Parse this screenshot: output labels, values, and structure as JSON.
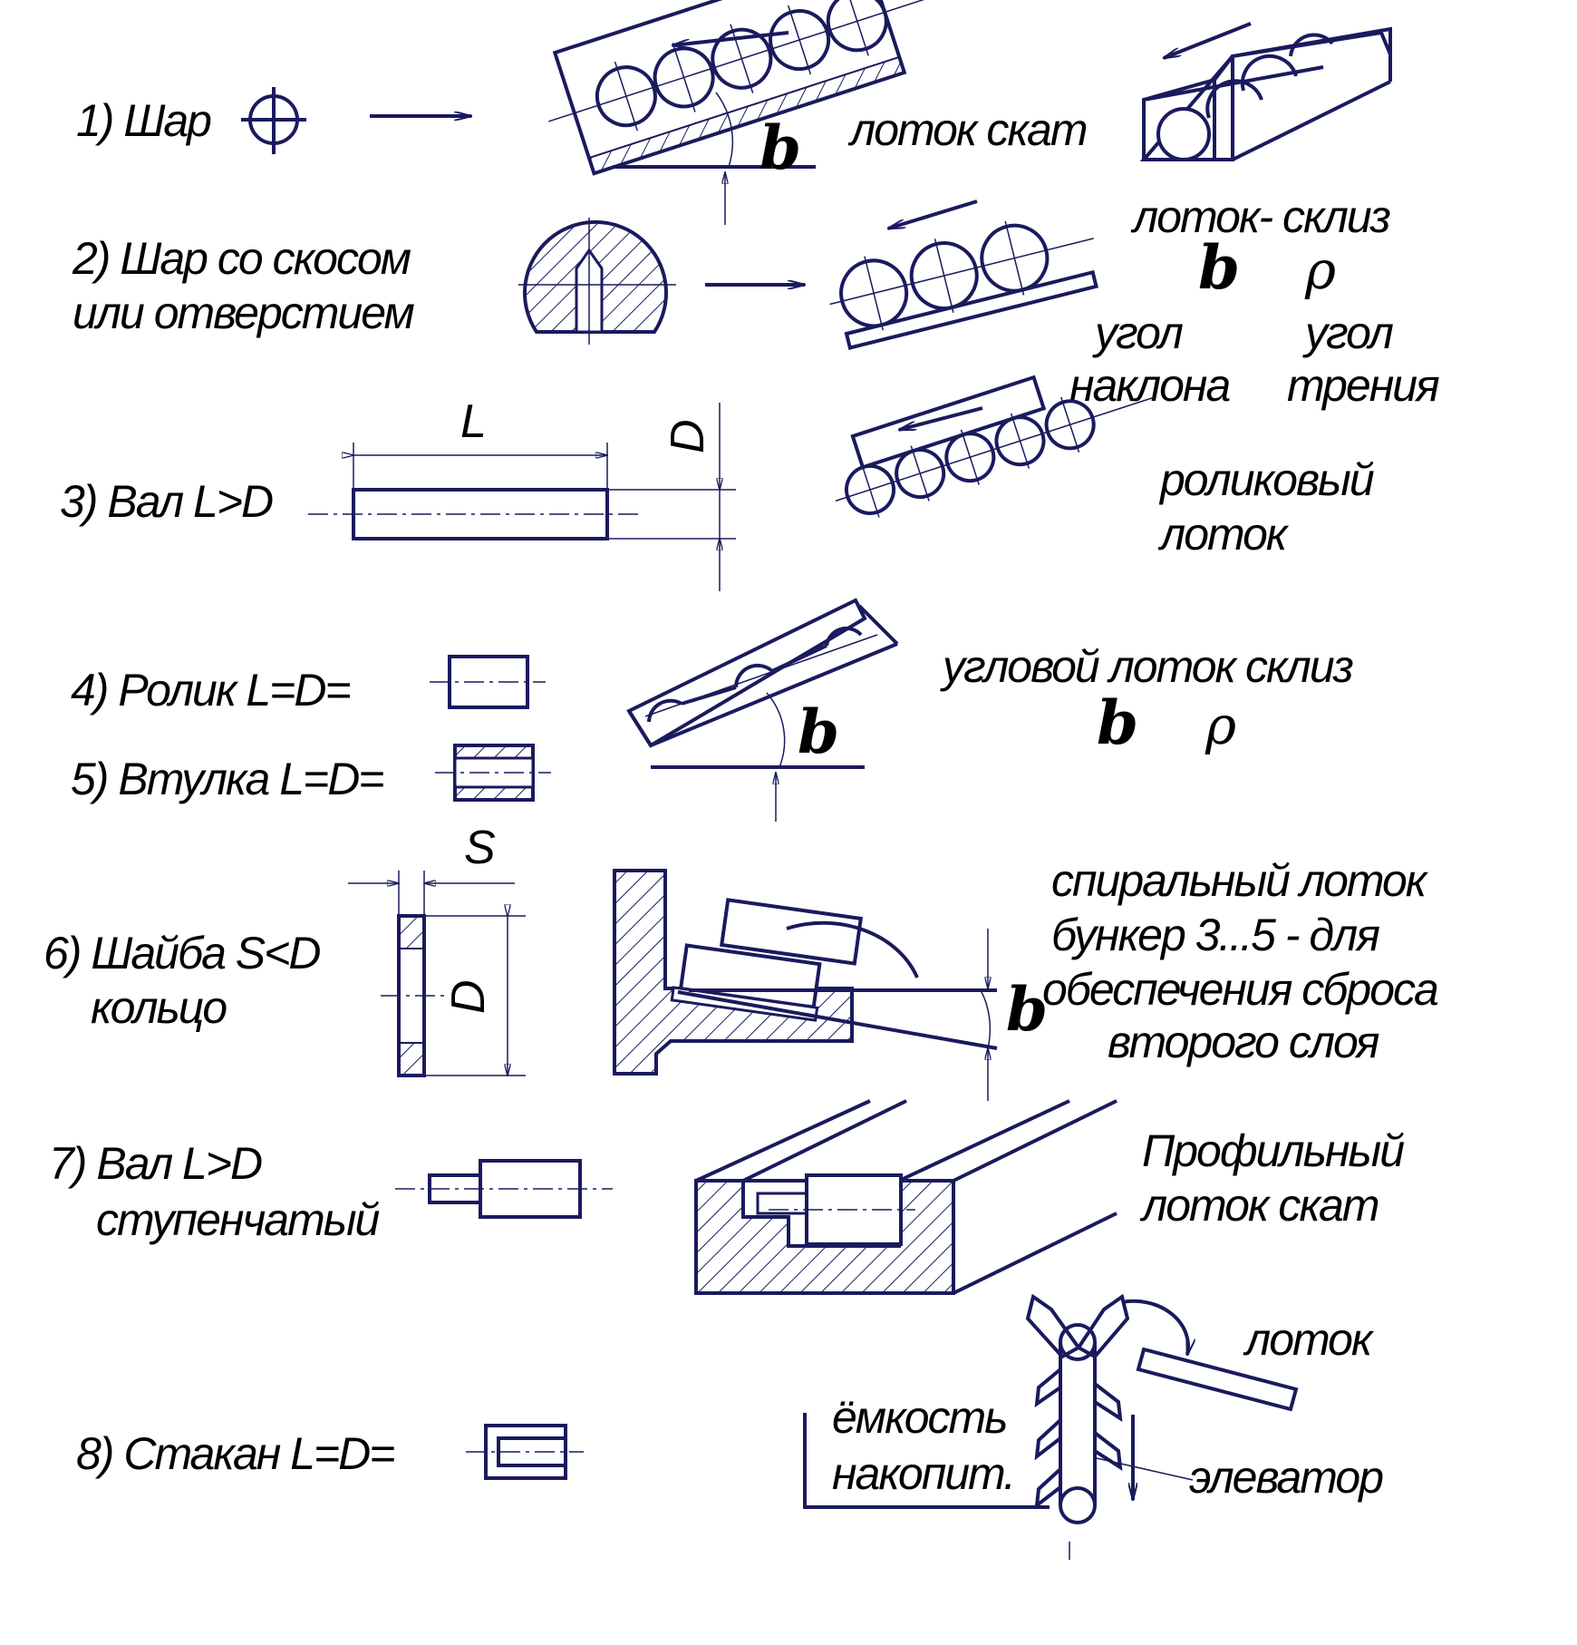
{
  "items": {
    "ball": "1) Шар",
    "ball_chamfer_1": "2) Шар со скосом",
    "ball_chamfer_2": "или отверстием",
    "shaft": "3) Вал  L>D",
    "roller": "4) Ролик L=D=",
    "bushing": "5) Втулка L=D=",
    "washer_1": "6) Шайба   S<D",
    "washer_2": "кольцо",
    "stepped_1": "7) Вал  L>D",
    "stepped_2": "ступенчатый",
    "cup": "8) Стакан L=D="
  },
  "dims": {
    "L": "L",
    "D": "D",
    "S": "S"
  },
  "labels": {
    "chute_slide": "лоток скат",
    "chute_skid": "лоток- склиз",
    "angle_incline_1": "угол",
    "angle_incline_2": "наклона",
    "angle_friction_1": "угол",
    "angle_friction_2": "трения",
    "roller_chute_1": "роликовый",
    "roller_chute_2": "лоток",
    "corner_chute": "угловой лоток склиз",
    "spiral_1": "спиральный лоток",
    "spiral_2": "бункер  3...5 - для",
    "spiral_3": "обеспечения сброса",
    "spiral_4": "второго слоя",
    "profile_1": "Профильный",
    "profile_2": "лоток скат",
    "tray": "лоток",
    "container_1": "ёмкость",
    "container_2": "накопит.",
    "elevator": "элеватор"
  },
  "symbols": {
    "beta": "b",
    "rho": "ρ"
  },
  "colors": {
    "line": "#1a1a5e",
    "text": "#000000"
  }
}
